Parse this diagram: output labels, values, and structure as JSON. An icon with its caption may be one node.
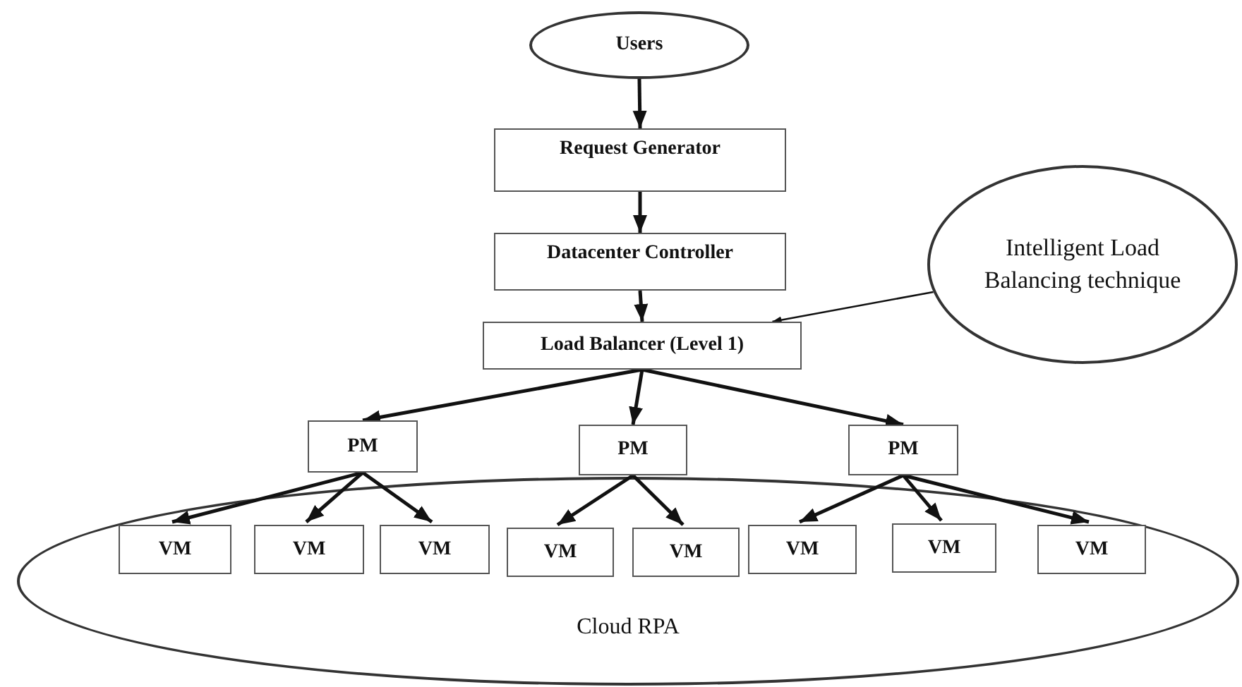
{
  "diagram": {
    "nodes": [
      {
        "text": [
          "Users"
        ]
      },
      {
        "text": [
          "Request Generator"
        ]
      },
      {
        "text": [
          "Datacenter Controller"
        ]
      },
      {
        "text": [
          "Load Balancer (Level 1)"
        ]
      },
      {
        "text": [
          "Intelligent Load Balancing technique"
        ]
      },
      {
        "text": [
          "PM"
        ]
      },
      {
        "text": [
          "PM"
        ]
      },
      {
        "text": [
          "PM"
        ]
      },
      {
        "text": [
          "Cloud RPA"
        ]
      },
      {
        "text": [
          "VM"
        ],
        "in": 8
      },
      {
        "text": [
          "VM"
        ],
        "in": 8
      },
      {
        "text": [
          "VM"
        ],
        "in": 8
      },
      {
        "text": [
          "VM"
        ],
        "in": 8
      },
      {
        "text": [
          "VM"
        ],
        "in": 8
      },
      {
        "text": [
          "VM"
        ],
        "in": 8
      },
      {
        "text": [
          "VM"
        ],
        "in": 8
      },
      {
        "text": [
          "VM"
        ],
        "in": 8
      }
    ],
    "edges": [
      {
        "from": 0,
        "to": 1,
        "arrow": "to"
      },
      {
        "from": 1,
        "to": 2,
        "arrow": "to"
      },
      {
        "from": 2,
        "to": 3,
        "arrow": "to"
      },
      {
        "from": 4,
        "to": 3,
        "arrow": "to"
      },
      {
        "from": 3,
        "to": 5,
        "arrow": "to"
      },
      {
        "from": 3,
        "to": 6,
        "arrow": "to"
      },
      {
        "from": 3,
        "to": 7,
        "arrow": "to"
      },
      {
        "from": 5,
        "to": 9,
        "arrow": "to"
      },
      {
        "from": 5,
        "to": 10,
        "arrow": "to"
      },
      {
        "from": 5,
        "to": 11,
        "arrow": "to"
      },
      {
        "from": 6,
        "to": 12,
        "arrow": "to"
      },
      {
        "from": 6,
        "to": 13,
        "arrow": "to"
      },
      {
        "from": 7,
        "to": 14,
        "arrow": "to"
      },
      {
        "from": 7,
        "to": 15,
        "arrow": "to"
      },
      {
        "from": 7,
        "to": 16,
        "arrow": "to"
      }
    ]
  }
}
